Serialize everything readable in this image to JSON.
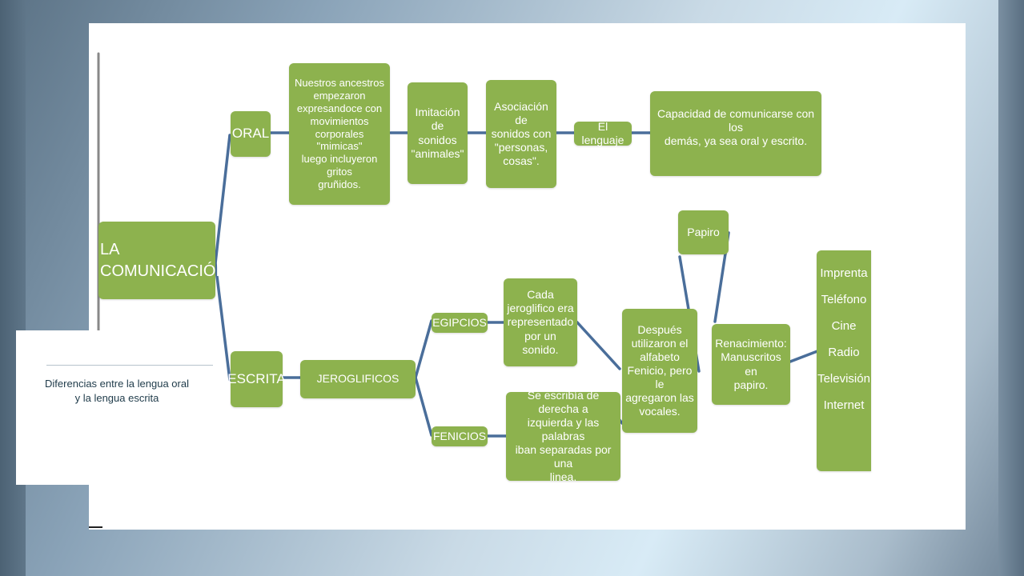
{
  "diagram": {
    "root": "LA\nCOMUNICACIÓN",
    "oral": {
      "label": "ORAL",
      "ancestros": "Nuestros ancestros\nempezaron\nexpresandoce con\nmovimientos\ncorporales \"mimicas\"\nluego incluyeron gritos\ngruñidos.",
      "imitacion": "Imitación\nde sonidos\n\"animales\"",
      "asociacion": "Asociación de\nsonidos con\n\"personas,\ncosas\".",
      "lenguaje": "El lenguaje",
      "capacidad": "Capacidad de comunicarse con los\ndemás, ya sea oral y escrito."
    },
    "escrita": {
      "label": "ESCRITA",
      "jeroglificos": "JEROGLIFICOS",
      "egipcios": "EGIPCIOS",
      "fenicios": "FENICIOS",
      "cada_jeroglifico": "Cada\njeroglifico era\nrepresentado\npor un sonido.",
      "se_escribia": "Se escribía de derecha a\nizquierda y las palabras\niban separadas por una\nlinea.",
      "despues": "Después\nutilizaron el\nalfabeto\nFenicio, pero le\nagregaron las\nvocales.",
      "papiro": "Papiro",
      "renacimiento": "Renacimiento:\nManuscritos en\npapiro.",
      "medios": [
        "Imprenta",
        "Teléfono",
        "Cine",
        "Radio",
        "Televisión",
        "Internet"
      ]
    }
  },
  "caption": "Diferencias entre la lengua oral\ny la lengua escrita",
  "colors": {
    "box": "#8db24e",
    "connector": "#4a6e9a",
    "caption": "#1f3b4a"
  }
}
